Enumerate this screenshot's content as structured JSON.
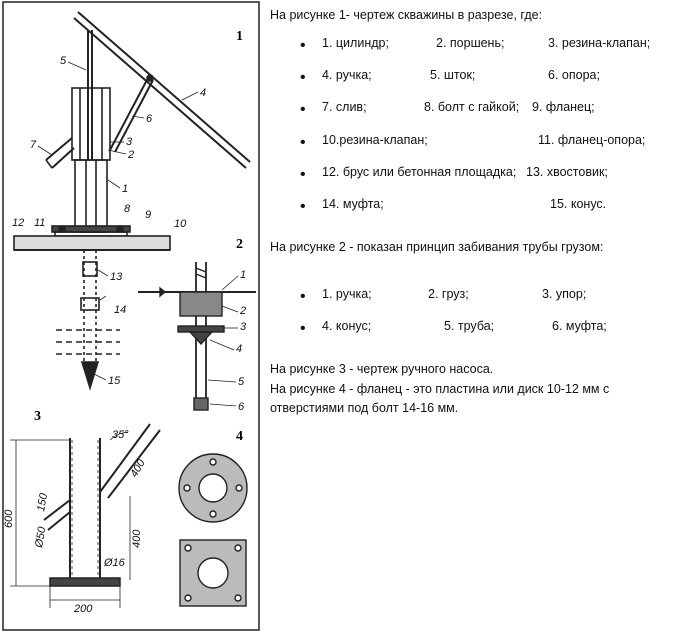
{
  "figure": {
    "fig_numbers": [
      "1",
      "2",
      "3",
      "4"
    ],
    "fig1_callouts": [
      "1",
      "2",
      "3",
      "4",
      "5",
      "6",
      "7",
      "8",
      "9",
      "10",
      "11",
      "12",
      "13",
      "14",
      "15"
    ],
    "fig2_callouts": [
      "1",
      "2",
      "3",
      "4",
      "5",
      "6"
    ],
    "fig3_dims": [
      "35°",
      "400",
      "600",
      "150",
      "Ø50",
      "400",
      "Ø16",
      "200"
    ]
  },
  "section1": {
    "intro": "На рисунке 1- чертеж скважины в разрезе, где:",
    "rows": [
      [
        "1. цилиндр;",
        "2. поршень;",
        "3. резина-клапан;"
      ],
      [
        "4. ручка;",
        "5. шток;",
        "6. опора;"
      ],
      [
        "7. слив;",
        "8. болт с гайкой;",
        "9. фланец;"
      ],
      [
        "10.резина-клапан;",
        "11. фланец-опора;"
      ],
      [
        "12. брус или бетонная площадка;",
        "13. хвостовик;"
      ],
      [
        "14. муфта;",
        "15. конус."
      ]
    ]
  },
  "section2": {
    "intro": "На рисунке 2 - показан принцип забивания трубы грузом:",
    "rows": [
      [
        "1. ручка;",
        "2. груз;",
        "3. упор;"
      ],
      [
        "4. конус;",
        "5. труба;",
        "6. муфта;"
      ]
    ]
  },
  "section3": {
    "line1": "На рисунке 3 - чертеж ручного насоса.",
    "line2": "На рисунке 4 - фланец - это пластина или диск 10-12 мм с",
    "line3": "отверстиями под болт 14-16 мм."
  }
}
